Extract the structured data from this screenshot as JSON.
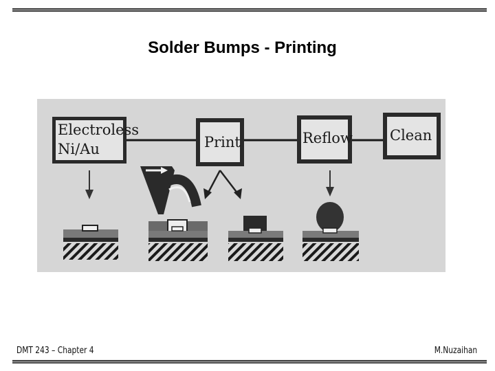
{
  "slide": {
    "title": "Solder Bumps - Printing"
  },
  "process": {
    "steps": [
      {
        "line1": "Electroless",
        "line2": "Ni/Au"
      },
      {
        "line1": "Print"
      },
      {
        "line1": "Reflow"
      },
      {
        "line1": "Clean"
      }
    ]
  },
  "footer": {
    "left": "DMT 243 – Chapter 4",
    "right": "M.Nuzaihan"
  }
}
